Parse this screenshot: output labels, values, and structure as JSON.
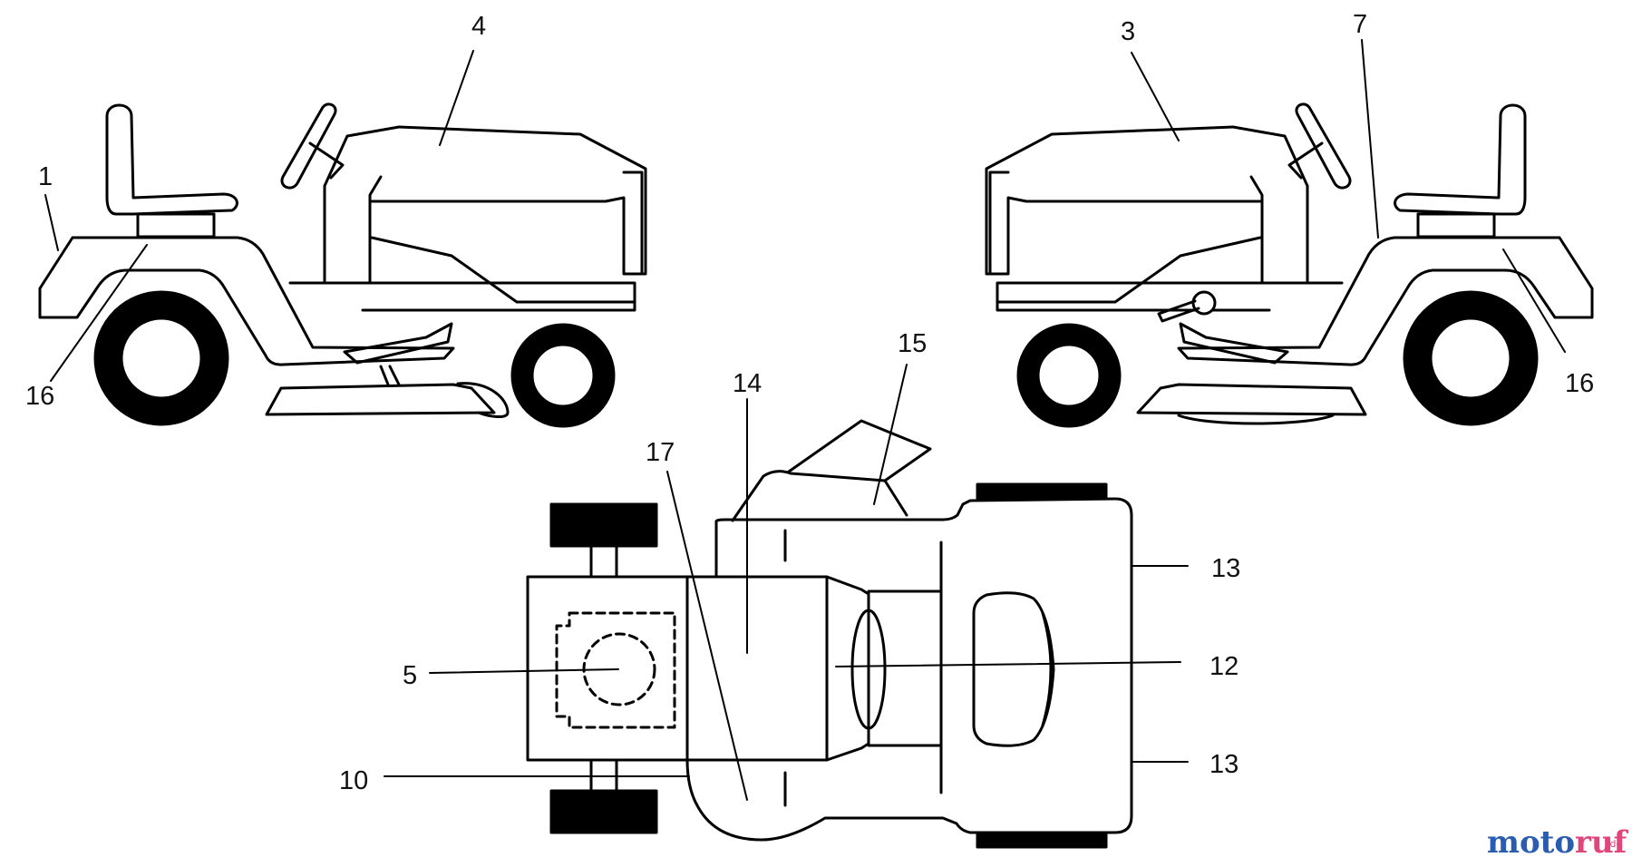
{
  "callouts": {
    "c1": "1",
    "c16_left": "16",
    "c4": "4",
    "c3": "3",
    "c7": "7",
    "c16_right": "16",
    "c15": "15",
    "c14": "14",
    "c17": "17",
    "c13_top": "13",
    "c12": "12",
    "c13_bottom": "13",
    "c5": "5",
    "c10": "10"
  },
  "watermark": {
    "brand": "motoruf",
    "suffix": ".de",
    "colors": {
      "moto": "#2a5db0",
      "ruf": "#e0457b"
    }
  },
  "colors": {
    "line": "#000000",
    "background": "#ffffff"
  }
}
